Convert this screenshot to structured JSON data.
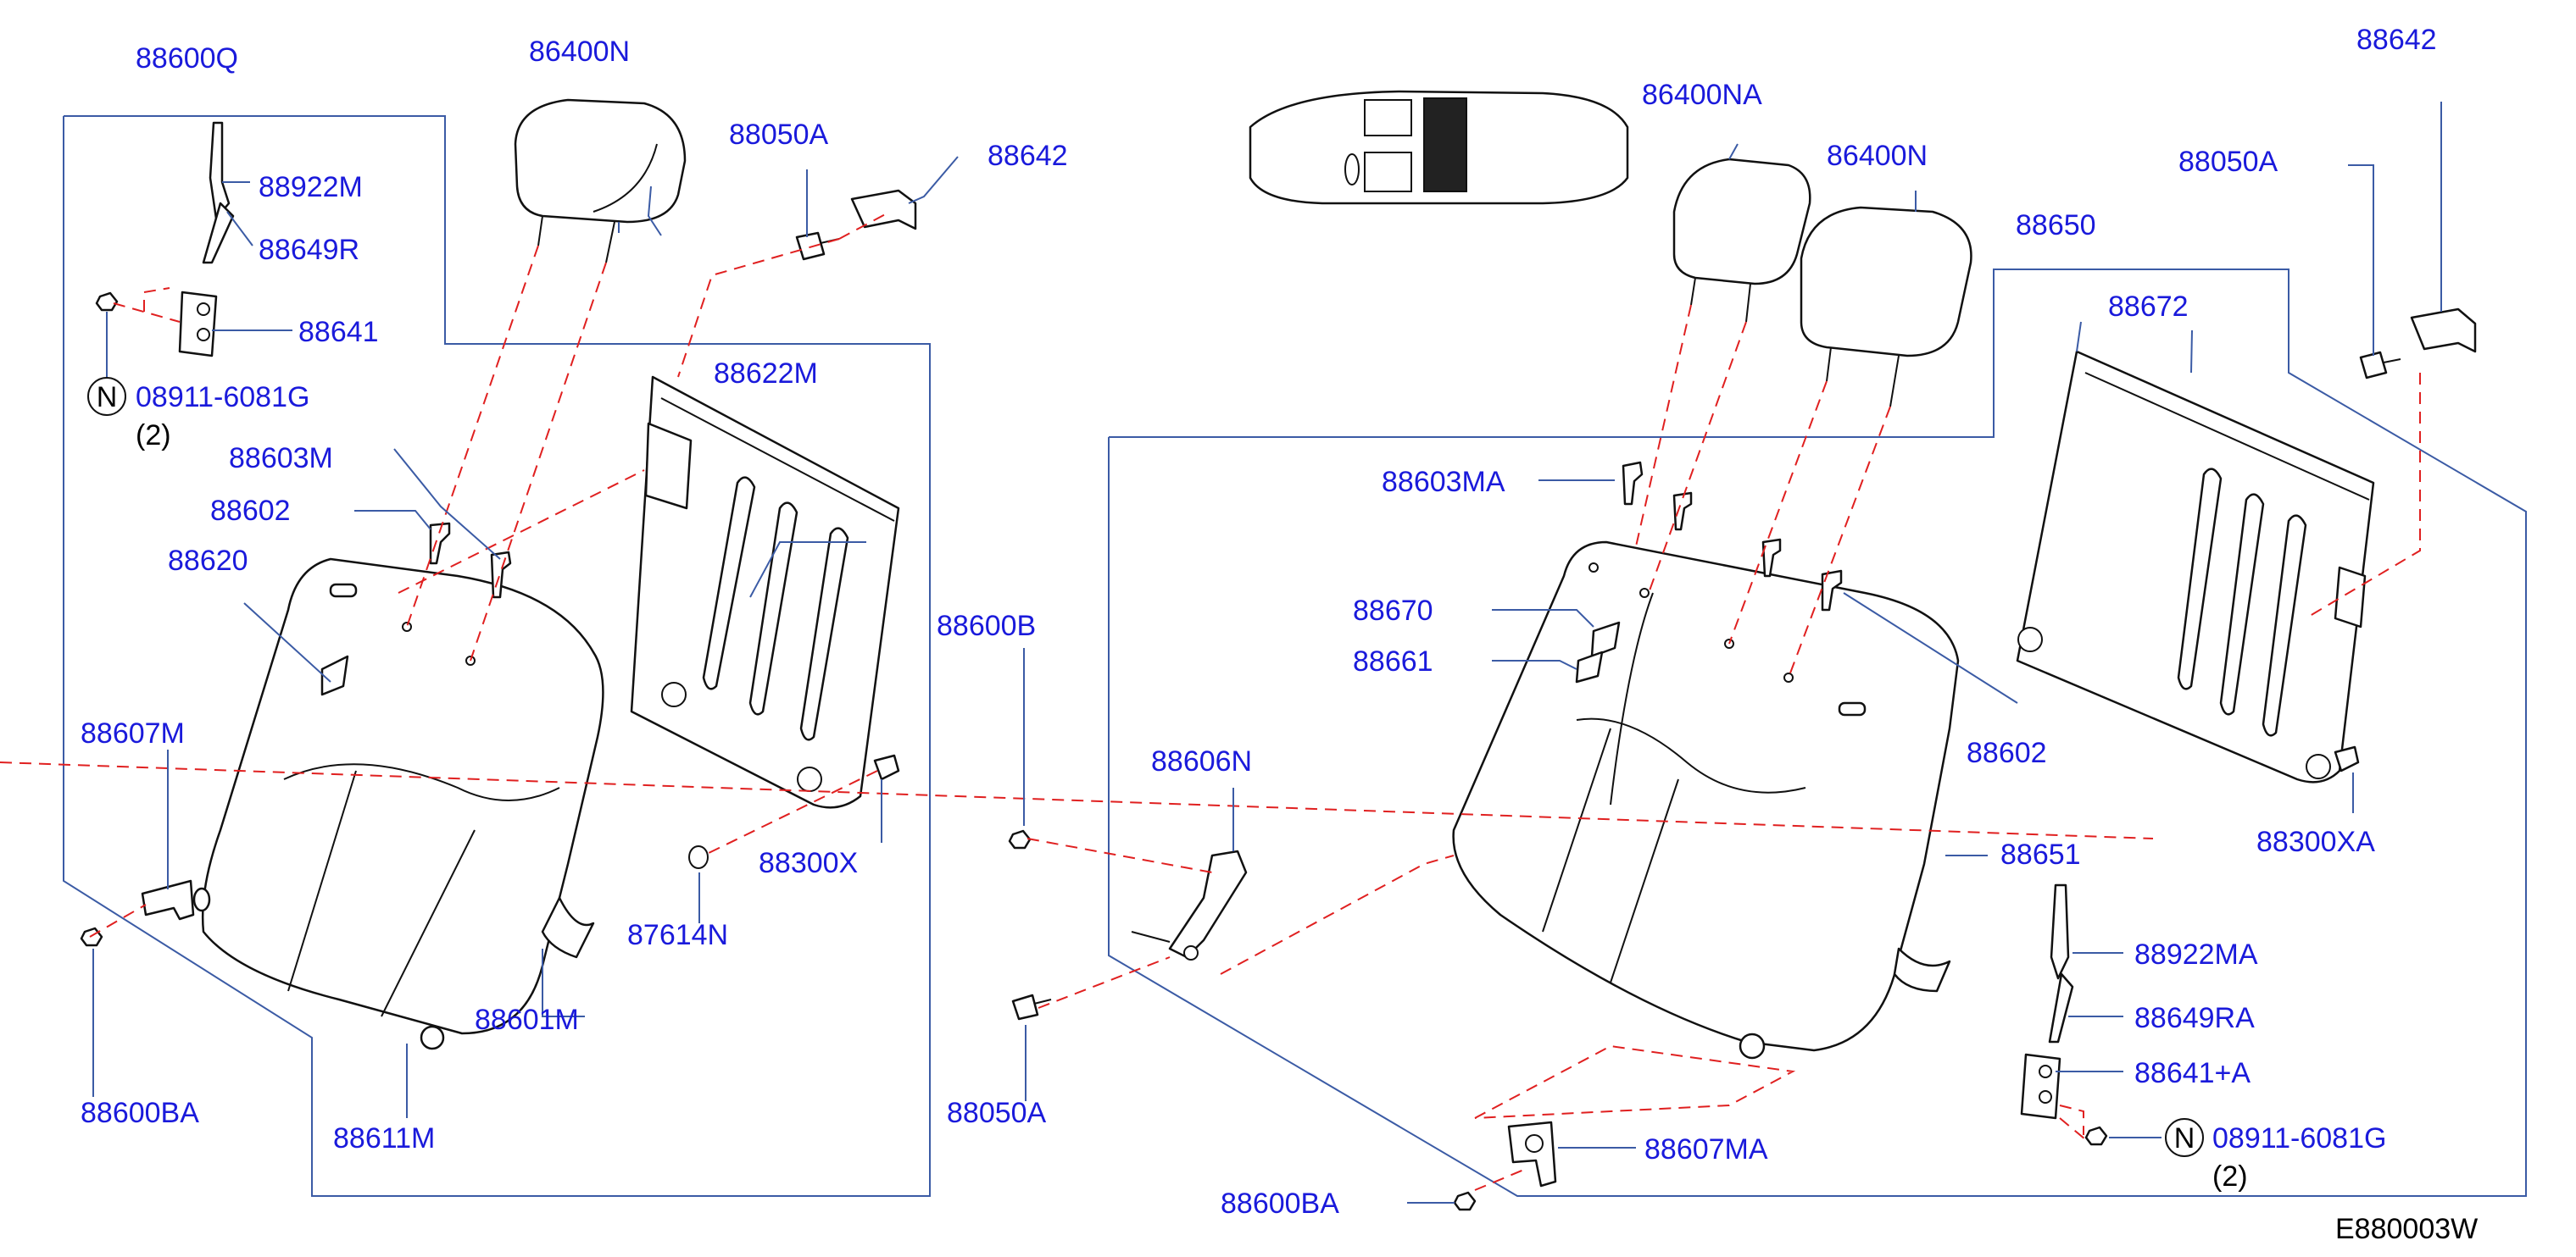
{
  "diagram_code": "E880003W",
  "labels": {
    "l_88600Q": "88600Q",
    "l_86400N_left": "86400N",
    "l_88050A_top": "88050A",
    "l_88642_left": "88642",
    "l_88922M": "88922M",
    "l_88649R": "88649R",
    "l_88641": "88641",
    "l_08911_left": "08911-6081G",
    "l_qty_left": "(2)",
    "l_88622M": "88622M",
    "l_88603M": "88603M",
    "l_88602_left": "88602",
    "l_88620": "88620",
    "l_88607M": "88607M",
    "l_88600BA_left": "88600BA",
    "l_88611M": "88611M",
    "l_88601M": "88601M",
    "l_87614N": "87614N",
    "l_88300X": "88300X",
    "l_88600B": "88600B",
    "l_88050A_mid": "88050A",
    "l_88606N": "88606N",
    "l_86400NA": "86400NA",
    "l_86400N_right": "86400N",
    "l_88603MA": "88603MA",
    "l_88670": "88670",
    "l_88661": "88661",
    "l_88650": "88650",
    "l_88672": "88672",
    "l_88642_right": "88642",
    "l_88050A_right": "88050A",
    "l_88602_right": "88602",
    "l_88651": "88651",
    "l_88300XA": "88300XA",
    "l_88922MA": "88922MA",
    "l_88649RA": "88649RA",
    "l_88641A": "88641+A",
    "l_08911_right": "08911-6081G",
    "l_qty_right": "(2)",
    "l_88607MA": "88607MA",
    "l_88600BA_right": "88600BA"
  },
  "symbols": {
    "nut_marker": "N"
  },
  "colors": {
    "label": "#1a1adb",
    "leader": "#3b5ba5",
    "dashed": "#e02020",
    "part": "#111111"
  }
}
